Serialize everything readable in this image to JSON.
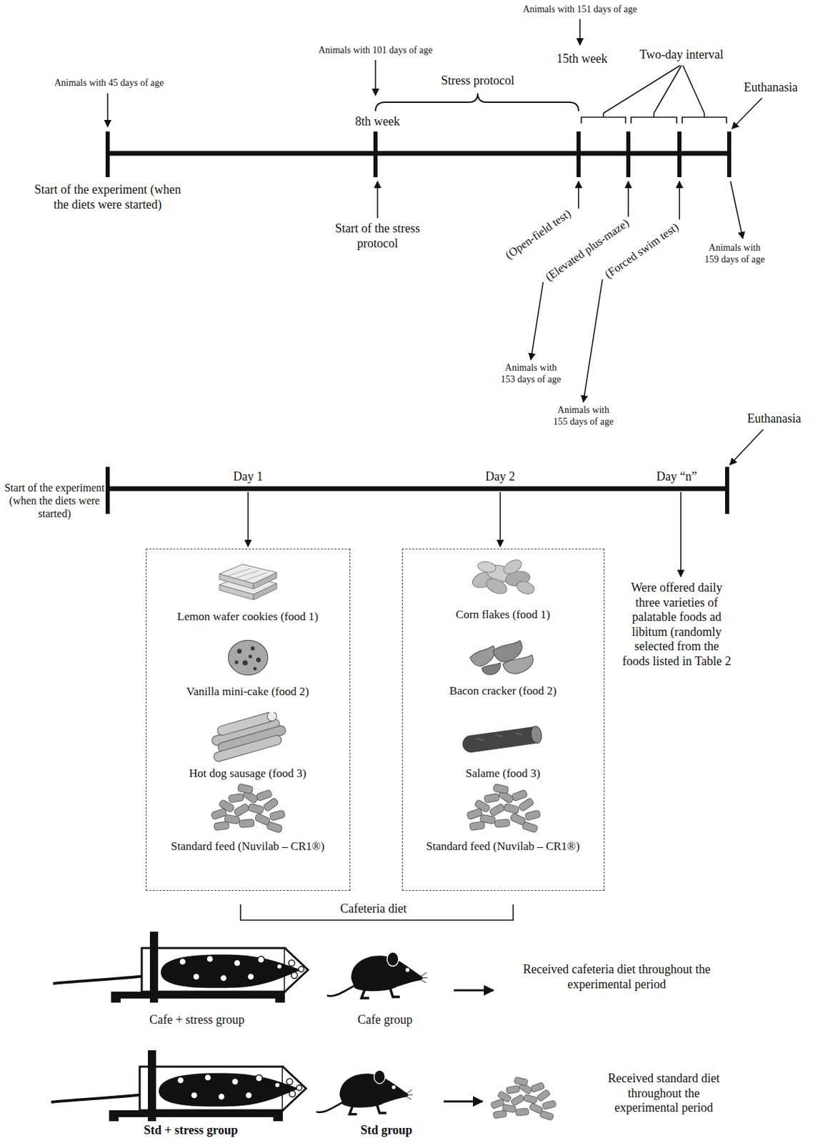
{
  "diagram": {
    "nodes": [
      {
        "text": [
          "Lemon wafer cookies (food 1)",
          "Vanilla mini-cake (food 2)",
          "Hot dog sausage (food 3)",
          "Standard feed (Nuvilab – CR1®)"
        ]
      },
      {
        "text": [
          "Corn flakes (food 1)",
          "Bacon cracker (food 2)",
          "Salame (food 3)",
          "Standard feed (Nuvilab – CR1®)"
        ]
      }
    ],
    "labels": [
      "Animals with 151 days of age",
      "Animals with 101 days of age",
      "15th week",
      "Two-day interval",
      "Animals with 45 days of age",
      "Stress protocol",
      "Euthanasia",
      "8th week",
      "Start of the experiment (when the diets were started)",
      "Start of the stress protocol",
      "(Open-field test)",
      "(Elevated plus-maze)",
      "(Forced swim test)",
      "Animals with 159 days of age",
      "Animals with 153 days of age",
      "Animals with 155 days of age",
      "Euthanasia",
      "Start of the experiment (when the diets were started)",
      "Day 1",
      "Day 2",
      "Day “n”",
      "Were offered daily three varieties of palatable foods ad libitum (randomly selected from the foods listed in Table 2",
      "Cafeteria diet",
      "Received cafeteria diet throughout the experimental period",
      "Cafe + stress group",
      "Cafe group",
      "Received standard diet throughout the experimental period",
      "Std + stress group",
      "Std group"
    ]
  }
}
